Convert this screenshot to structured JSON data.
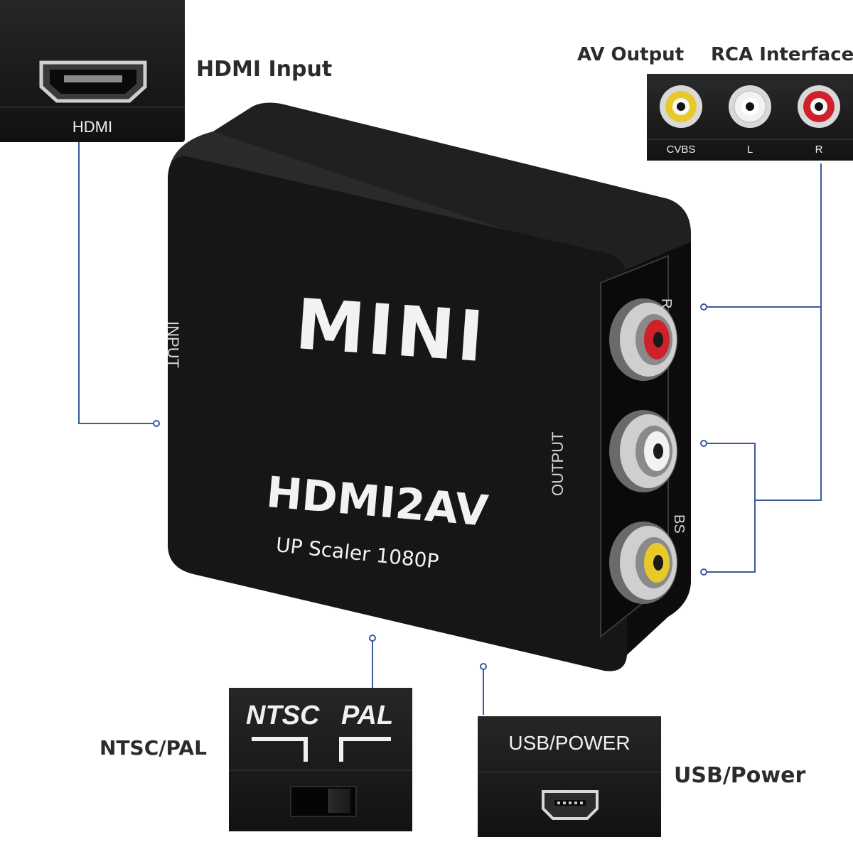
{
  "callouts": {
    "hdmi_input": {
      "title": "HDMI Input",
      "port_label": "HDMI"
    },
    "av_output": {
      "title": "AV Output",
      "title2": "RCA Interface",
      "jacks": [
        "CVBS",
        "L",
        "R"
      ]
    },
    "ntsc_pal": {
      "title": "NTSC/PAL",
      "switch_left": "NTSC",
      "switch_right": "PAL"
    },
    "usb_power": {
      "title": "USB/Power",
      "port_label": "USB/POWER"
    }
  },
  "device": {
    "brand": "MINI",
    "model": "HDMI2AV",
    "subtitle": "UP Scaler 1080P",
    "side_input": "INPUT",
    "side_output": "OUTPUT",
    "side_cvbs_fragment": "BS",
    "side_r_fragment": "R"
  },
  "colors": {
    "device_body": "#161616",
    "panel": "#1b1b1b",
    "leader_line": "#3a5a9a",
    "jack_red": "#d0202a",
    "jack_white": "#f2f2f2",
    "jack_yellow": "#e8c92a",
    "text_dark": "#2b2b2b"
  }
}
